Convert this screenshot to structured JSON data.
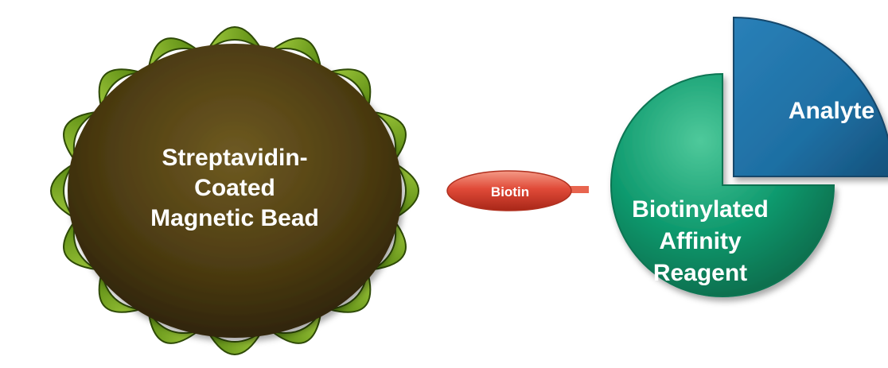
{
  "bead": {
    "line1": "Streptavidin-",
    "line2": "Coated",
    "line3": "Magnetic Bead"
  },
  "biotin": {
    "label": "Biotin"
  },
  "analyte": {
    "label": "Analyte"
  },
  "reagent": {
    "line1": "Biotinylated",
    "line2": "Affinity",
    "line3": "Reagent"
  },
  "colors": {
    "bead": "#4e3d12",
    "spikes": "#7aa61c",
    "biotin": "#e04a38",
    "reagent": "#0f9a6e",
    "analyte": "#1e6fa3"
  }
}
